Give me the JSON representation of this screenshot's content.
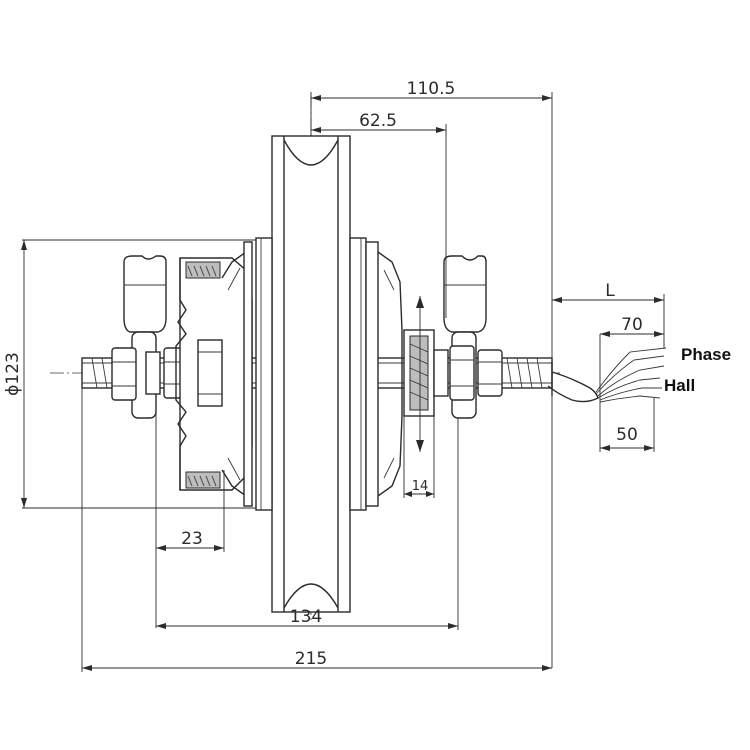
{
  "drawing": {
    "dimensions": {
      "d_110_5": "110.5",
      "d_62_5": "62.5",
      "d_123": "ϕ123",
      "d_L": "L",
      "d_70": "70",
      "d_50": "50",
      "d_23": "23",
      "d_14": "14",
      "d_134": "134",
      "d_215": "215"
    },
    "labels": {
      "phase": "Phase",
      "hall": "Hall"
    }
  }
}
